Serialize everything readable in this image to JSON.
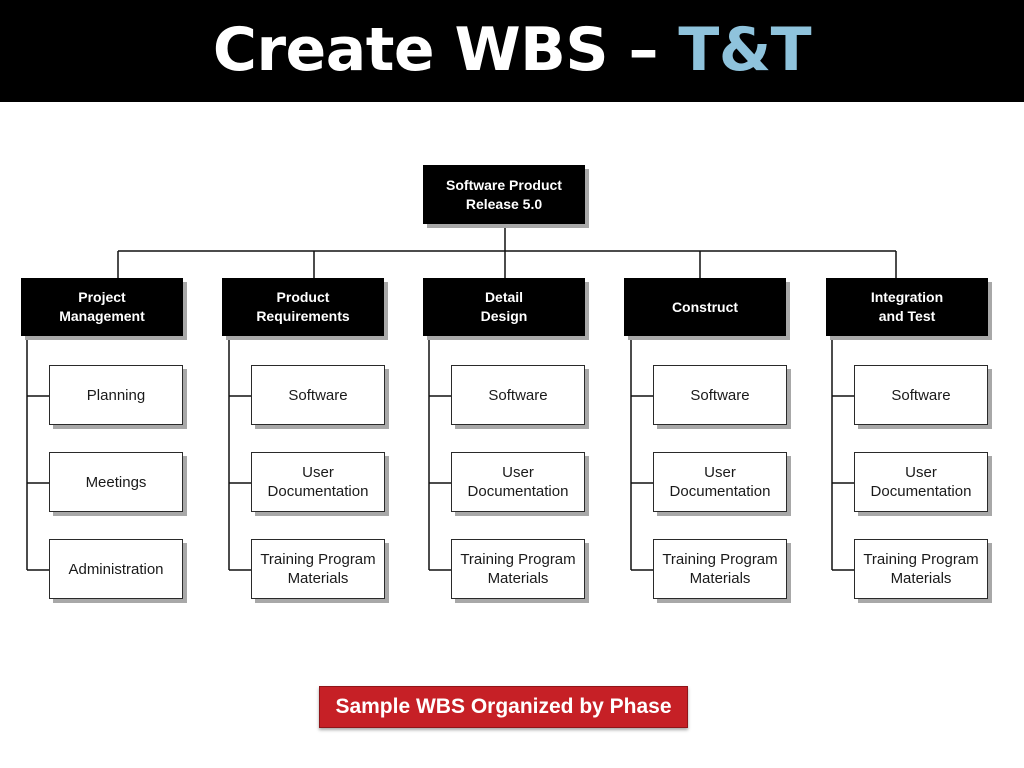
{
  "header": {
    "title_main": "Create WBS – ",
    "title_accent": "T&T",
    "accent_color": "#8fc3dc"
  },
  "wbs": {
    "root": "Software Product\nRelease 5.0",
    "phases": [
      {
        "label": "Project\nManagement",
        "children": [
          "Planning",
          "Meetings",
          "Administration"
        ]
      },
      {
        "label": "Product\nRequirements",
        "children": [
          "Software",
          "User\nDocumentation",
          "Training Program\nMaterials"
        ]
      },
      {
        "label": "Detail\nDesign",
        "children": [
          "Software",
          "User\nDocumentation",
          "Training Program\nMaterials"
        ]
      },
      {
        "label": "Construct",
        "children": [
          "Software",
          "User\nDocumentation",
          "Training Program\nMaterials"
        ]
      },
      {
        "label": "Integration\nand Test",
        "children": [
          "Software",
          "User\nDocumentation",
          "Training Program\nMaterials"
        ]
      }
    ]
  },
  "caption": {
    "text": "Sample WBS Organized by Phase",
    "color": "#c62026"
  }
}
